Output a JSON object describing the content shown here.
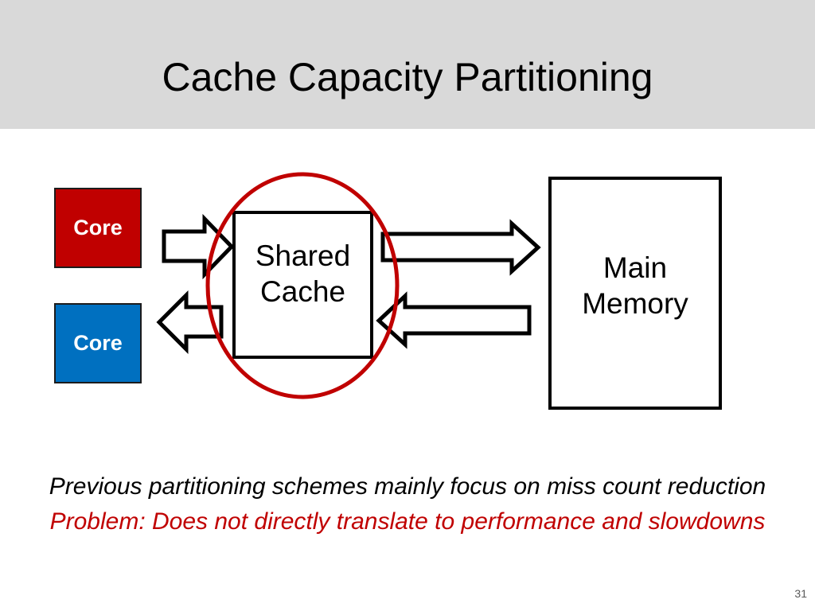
{
  "slide": {
    "title": "Cache Capacity Partitioning",
    "page_number": "31"
  },
  "diagram": {
    "cores": [
      {
        "label": "Core",
        "color": "#c00000"
      },
      {
        "label": "Core",
        "color": "#0070c0"
      }
    ],
    "shared_cache": {
      "line1": "Shared",
      "line2": "Cache"
    },
    "main_memory": {
      "line1": "Main",
      "line2": "Memory"
    },
    "highlight_color": "#c00000"
  },
  "captions": {
    "line1": "Previous partitioning schemes mainly focus on miss count reduction",
    "line2": "Problem: Does not directly translate to performance and slowdowns"
  }
}
